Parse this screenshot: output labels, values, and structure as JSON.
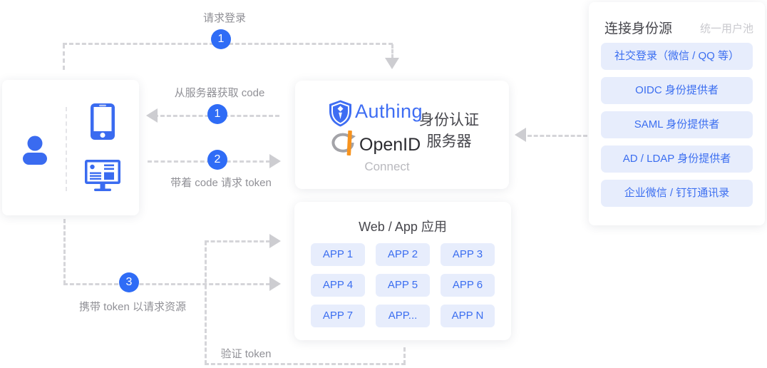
{
  "colors": {
    "accent_blue": "#2F6CF6",
    "icon_blue": "#3A6BF0",
    "chip_bg": "#E7EDFC",
    "chip_text": "#3B6EF0",
    "dash_gray": "#D5D5D9",
    "arrow_gray": "#CDCDD1",
    "label_gray": "#909096",
    "dark_text": "#46464C",
    "muted_gray": "#B9B9BE",
    "authing_blue": "#3E6DF3",
    "openid_dark": "#2B2B30",
    "openid_orange": "#F7931E"
  },
  "flow": {
    "request_login": {
      "step": "1",
      "label": "请求登录"
    },
    "get_code": {
      "step": "1",
      "label": "从服务器获取 code"
    },
    "send_code": {
      "step": "2",
      "label": "带着 code 请求 token"
    },
    "carry_token": {
      "step": "3",
      "label": "携带 token 以请求资源"
    },
    "verify_token": {
      "label": "验证 token"
    }
  },
  "auth_server": {
    "brand": "Authing",
    "protocol": "OpenID",
    "protocol_sub": "Connect",
    "role_line1": "身份认证",
    "role_line2": "服务器"
  },
  "apps": {
    "title": "Web / App 应用",
    "items": [
      "APP 1",
      "APP 2",
      "APP 3",
      "APP 4",
      "APP 5",
      "APP 6",
      "APP 7",
      "APP...",
      "APP N"
    ]
  },
  "identity_sources": {
    "title": "连接身份源",
    "subtitle": "统一用户池",
    "items": [
      "社交登录（微信 / QQ 等）",
      "OIDC 身份提供者",
      "SAML 身份提供者",
      "AD / LDAP 身份提供者",
      "企业微信 / 钉钉通讯录"
    ]
  }
}
